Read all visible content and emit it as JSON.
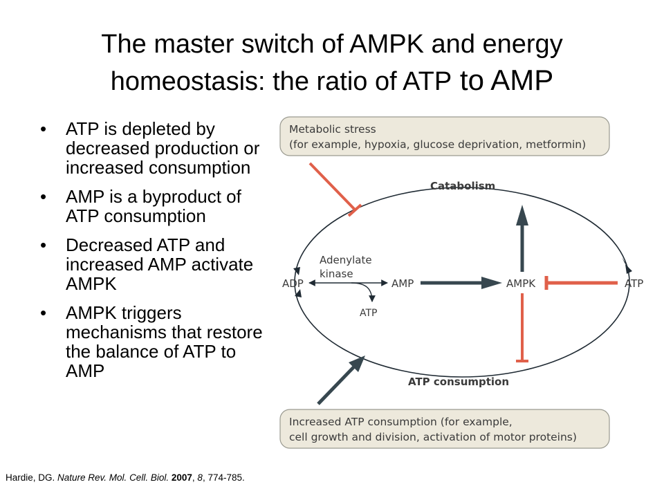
{
  "title": {
    "line1": "The master switch of AMPK and energy",
    "line2_prefix": "homeostasis: the ratio of ",
    "line2_atp": "ATP",
    "line2_suffix": " to AMP"
  },
  "bullets": [
    "ATP is depleted by decreased production or increased consumption",
    "AMP is a byproduct of ATP consumption",
    "Decreased ATP and increased AMP activate AMPK",
    "AMPK triggers mechanisms that restore the balance of ATP to AMP"
  ],
  "bullet_glyph": "•",
  "diagram": {
    "stress_box_line1": "Metabolic stress",
    "stress_box_line2": "(for example, hypoxia, glucose deprivation, metformin)",
    "catabolism": "Catabolism",
    "atp_consumption": "ATP consumption",
    "adenylate_line1": "Adenylate",
    "adenylate_line2": "kinase",
    "adp": "ADP",
    "amp": "AMP",
    "ampk": "AMPK",
    "atp_right": "ATP",
    "atp_small": "ATP",
    "consumption_box_line1": "Increased ATP consumption (for example,",
    "consumption_box_line2": "cell growth and division, activation of motor proteins)"
  },
  "colors": {
    "box_fill": "#ede9dc",
    "dark_arrow": "#37474f",
    "red_arrow": "#e0604a",
    "cycle_line": "#1f2a33"
  },
  "citation": {
    "authors": "Hardie, DG. ",
    "journal": "Nature Rev. Mol. Cell. Biol.",
    "space": " ",
    "year": "2007",
    "sep1": ", ",
    "volume": "8",
    "pages": ", 774-785."
  }
}
